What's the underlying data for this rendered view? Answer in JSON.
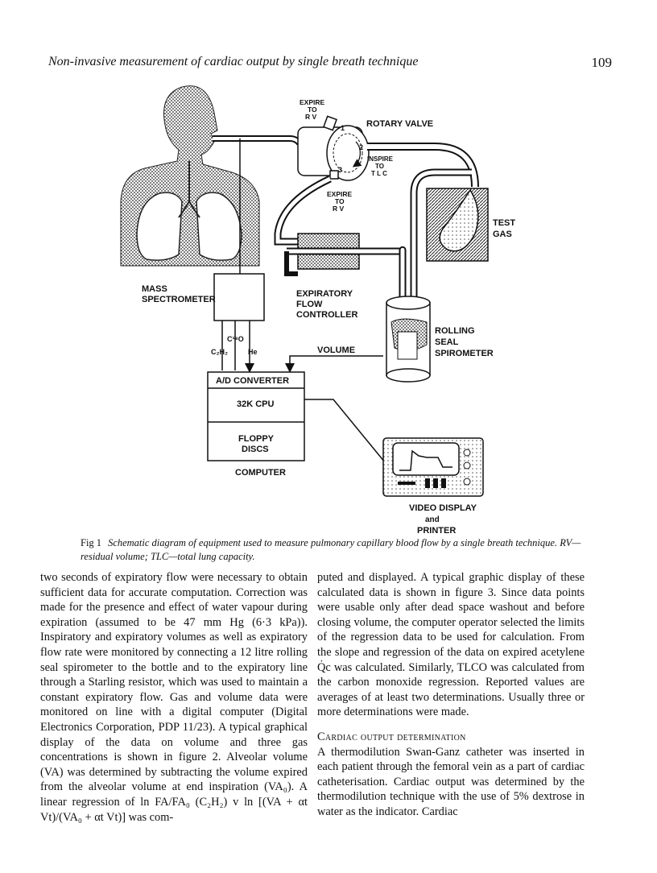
{
  "header": {
    "title": "Non-invasive measurement of cardiac output by single breath technique",
    "page_number": "109"
  },
  "figure": {
    "labels": {
      "expire_top_1": "EXPIRE",
      "expire_top_2": "TO",
      "expire_top_3": "R V",
      "rotary_valve": "ROTARY VALVE",
      "valve_1": "1",
      "valve_2": "2",
      "valve_3": "3",
      "inspire_1": "INSPIRE",
      "inspire_2": "TO",
      "inspire_3": "T L C",
      "expire_bot_1": "EXPIRE",
      "expire_bot_2": "TO",
      "expire_bot_3": "R V",
      "test_gas_1": "TEST",
      "test_gas_2": "GAS",
      "mass_spec_1": "MASS",
      "mass_spec_2": "SPECTROMETER",
      "exp_flow_1": "EXPIRATORY",
      "exp_flow_2": "FLOW",
      "exp_flow_3": "CONTROLLER",
      "rolling_1": "ROLLING",
      "rolling_2": "SEAL",
      "rolling_3": "SPIROMETER",
      "c2h2": "C₂H₂",
      "c18o": "C¹⁸O",
      "he": "He",
      "volume": "VOLUME",
      "ad_converter": "A/D CONVERTER",
      "cpu": "32K CPU",
      "floppy_1": "FLOPPY",
      "floppy_2": "DISCS",
      "computer": "COMPUTER",
      "video_1": "VIDEO DISPLAY",
      "video_2": "and",
      "video_3": "PRINTER"
    }
  },
  "caption": {
    "label": "Fig 1",
    "text": "Schematic diagram of equipment used to measure pulmonary capillary blood flow by a single breath technique. RV—residual volume; TLC—total lung capacity."
  },
  "body": {
    "left_column": "two seconds of expiratory flow were necessary to obtain sufficient data for accurate computation. Correction was made for the presence and effect of water vapour during expiration (assumed to be 47 mm Hg (6·3 kPa)). Inspiratory and expiratory volumes as well as expiratory flow rate were monitored by connecting a 12 litre rolling seal spirometer to the bottle and to the expiratory line through a Starling resistor, which was used to maintain a constant expiratory flow. Gas and volume data were monitored on line with a digital computer (Digital Electronics Corporation, PDP 11/23). A typical graphical display of the data on volume and three gas concentrations is shown in figure 2. Alveolar volume (VA) was determined by subtracting the volume expired from the alveolar volume at end inspiration (VA₀). A linear regression of ln FA/FA₀ (C₂H₂) v ln [(VA + αt Vt)/(VA₀ + αt Vt)] was com-",
    "right_column": "puted and displayed. A typical graphic display of these calculated data is shown in figure 3. Since data points were usable only after dead space washout and before closing volume, the computer operator selected the limits of the regression data to be used for calculation. From the slope and regression of the data on expired acetylene Q̇c was calculated. Similarly, TLCO was calculated from the carbon monoxide regression. Reported values are averages of at least two determinations. Usually three or more determinations were made.",
    "section_heading": "Cardiac output determination",
    "section_text": "A thermodilution Swan-Ganz catheter was inserted in each patient through the femoral vein as a part of cardiac catheterisation. Cardiac output was determined by the thermodilution technique with the use of 5% dextrose in water as the indicator. Cardiac"
  }
}
